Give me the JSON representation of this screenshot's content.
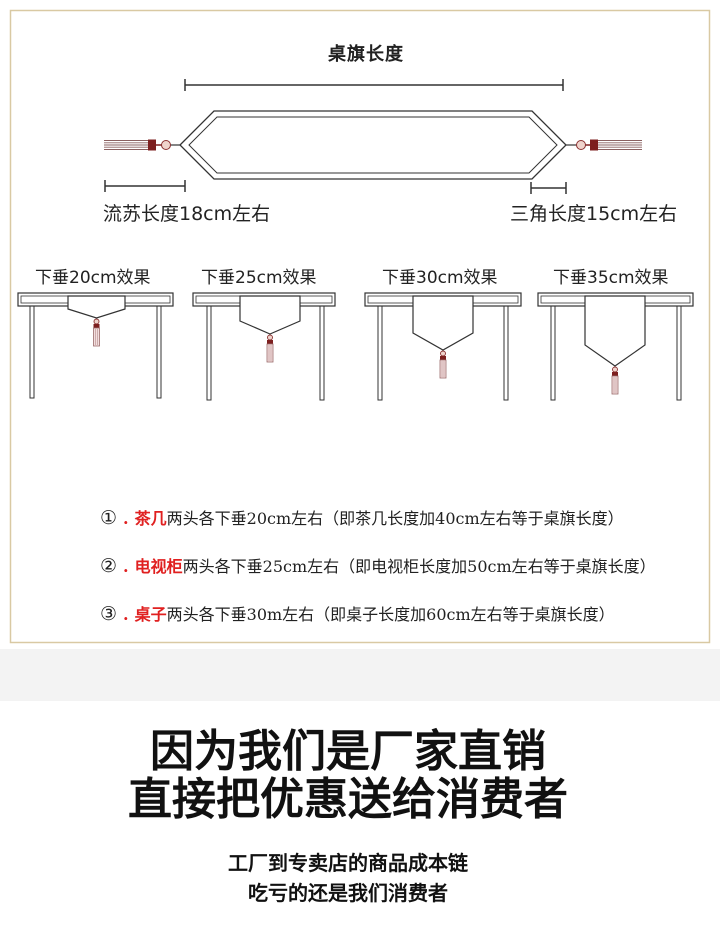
{
  "diagram": {
    "title": "桌旗长度",
    "tassel_label": "流苏长度18cm左右",
    "triangle_label": "三角长度15cm左右"
  },
  "drop_effects": [
    {
      "label": "下垂20cm效果",
      "drop_cm": 20
    },
    {
      "label": "下垂25cm效果",
      "drop_cm": 25
    },
    {
      "label": "下垂30cm效果",
      "drop_cm": 30
    },
    {
      "label": "下垂35cm效果",
      "drop_cm": 35
    }
  ],
  "notes": [
    {
      "number": "①",
      "dot": ".",
      "item": "茶几",
      "text": "两头各下垂20cm左右（即茶几长度加40cm左右等于桌旗长度）"
    },
    {
      "number": "②",
      "dot": ".",
      "item": "电视柜",
      "text": "两头各下垂25cm左右（即电视柜长度加50cm左右等于桌旗长度）"
    },
    {
      "number": "③",
      "dot": ".",
      "item": "桌子",
      "text": "两头各下垂30m左右（即桌子长度加60cm左右等于桌旗长度）"
    }
  ],
  "slogan": {
    "line1": "因为我们是厂家直销",
    "line2": "直接把优惠送给消费者"
  },
  "tagline": {
    "line1": "工厂到专卖店的商品成本链",
    "line2": "吃亏的还是我们消费者"
  },
  "colors": {
    "accent_red": "#e02020",
    "frame": "#d9c9a3",
    "line": "#333333",
    "tassel_binding": "#7d1f1f",
    "tassel_bead": "#efd3cc"
  }
}
